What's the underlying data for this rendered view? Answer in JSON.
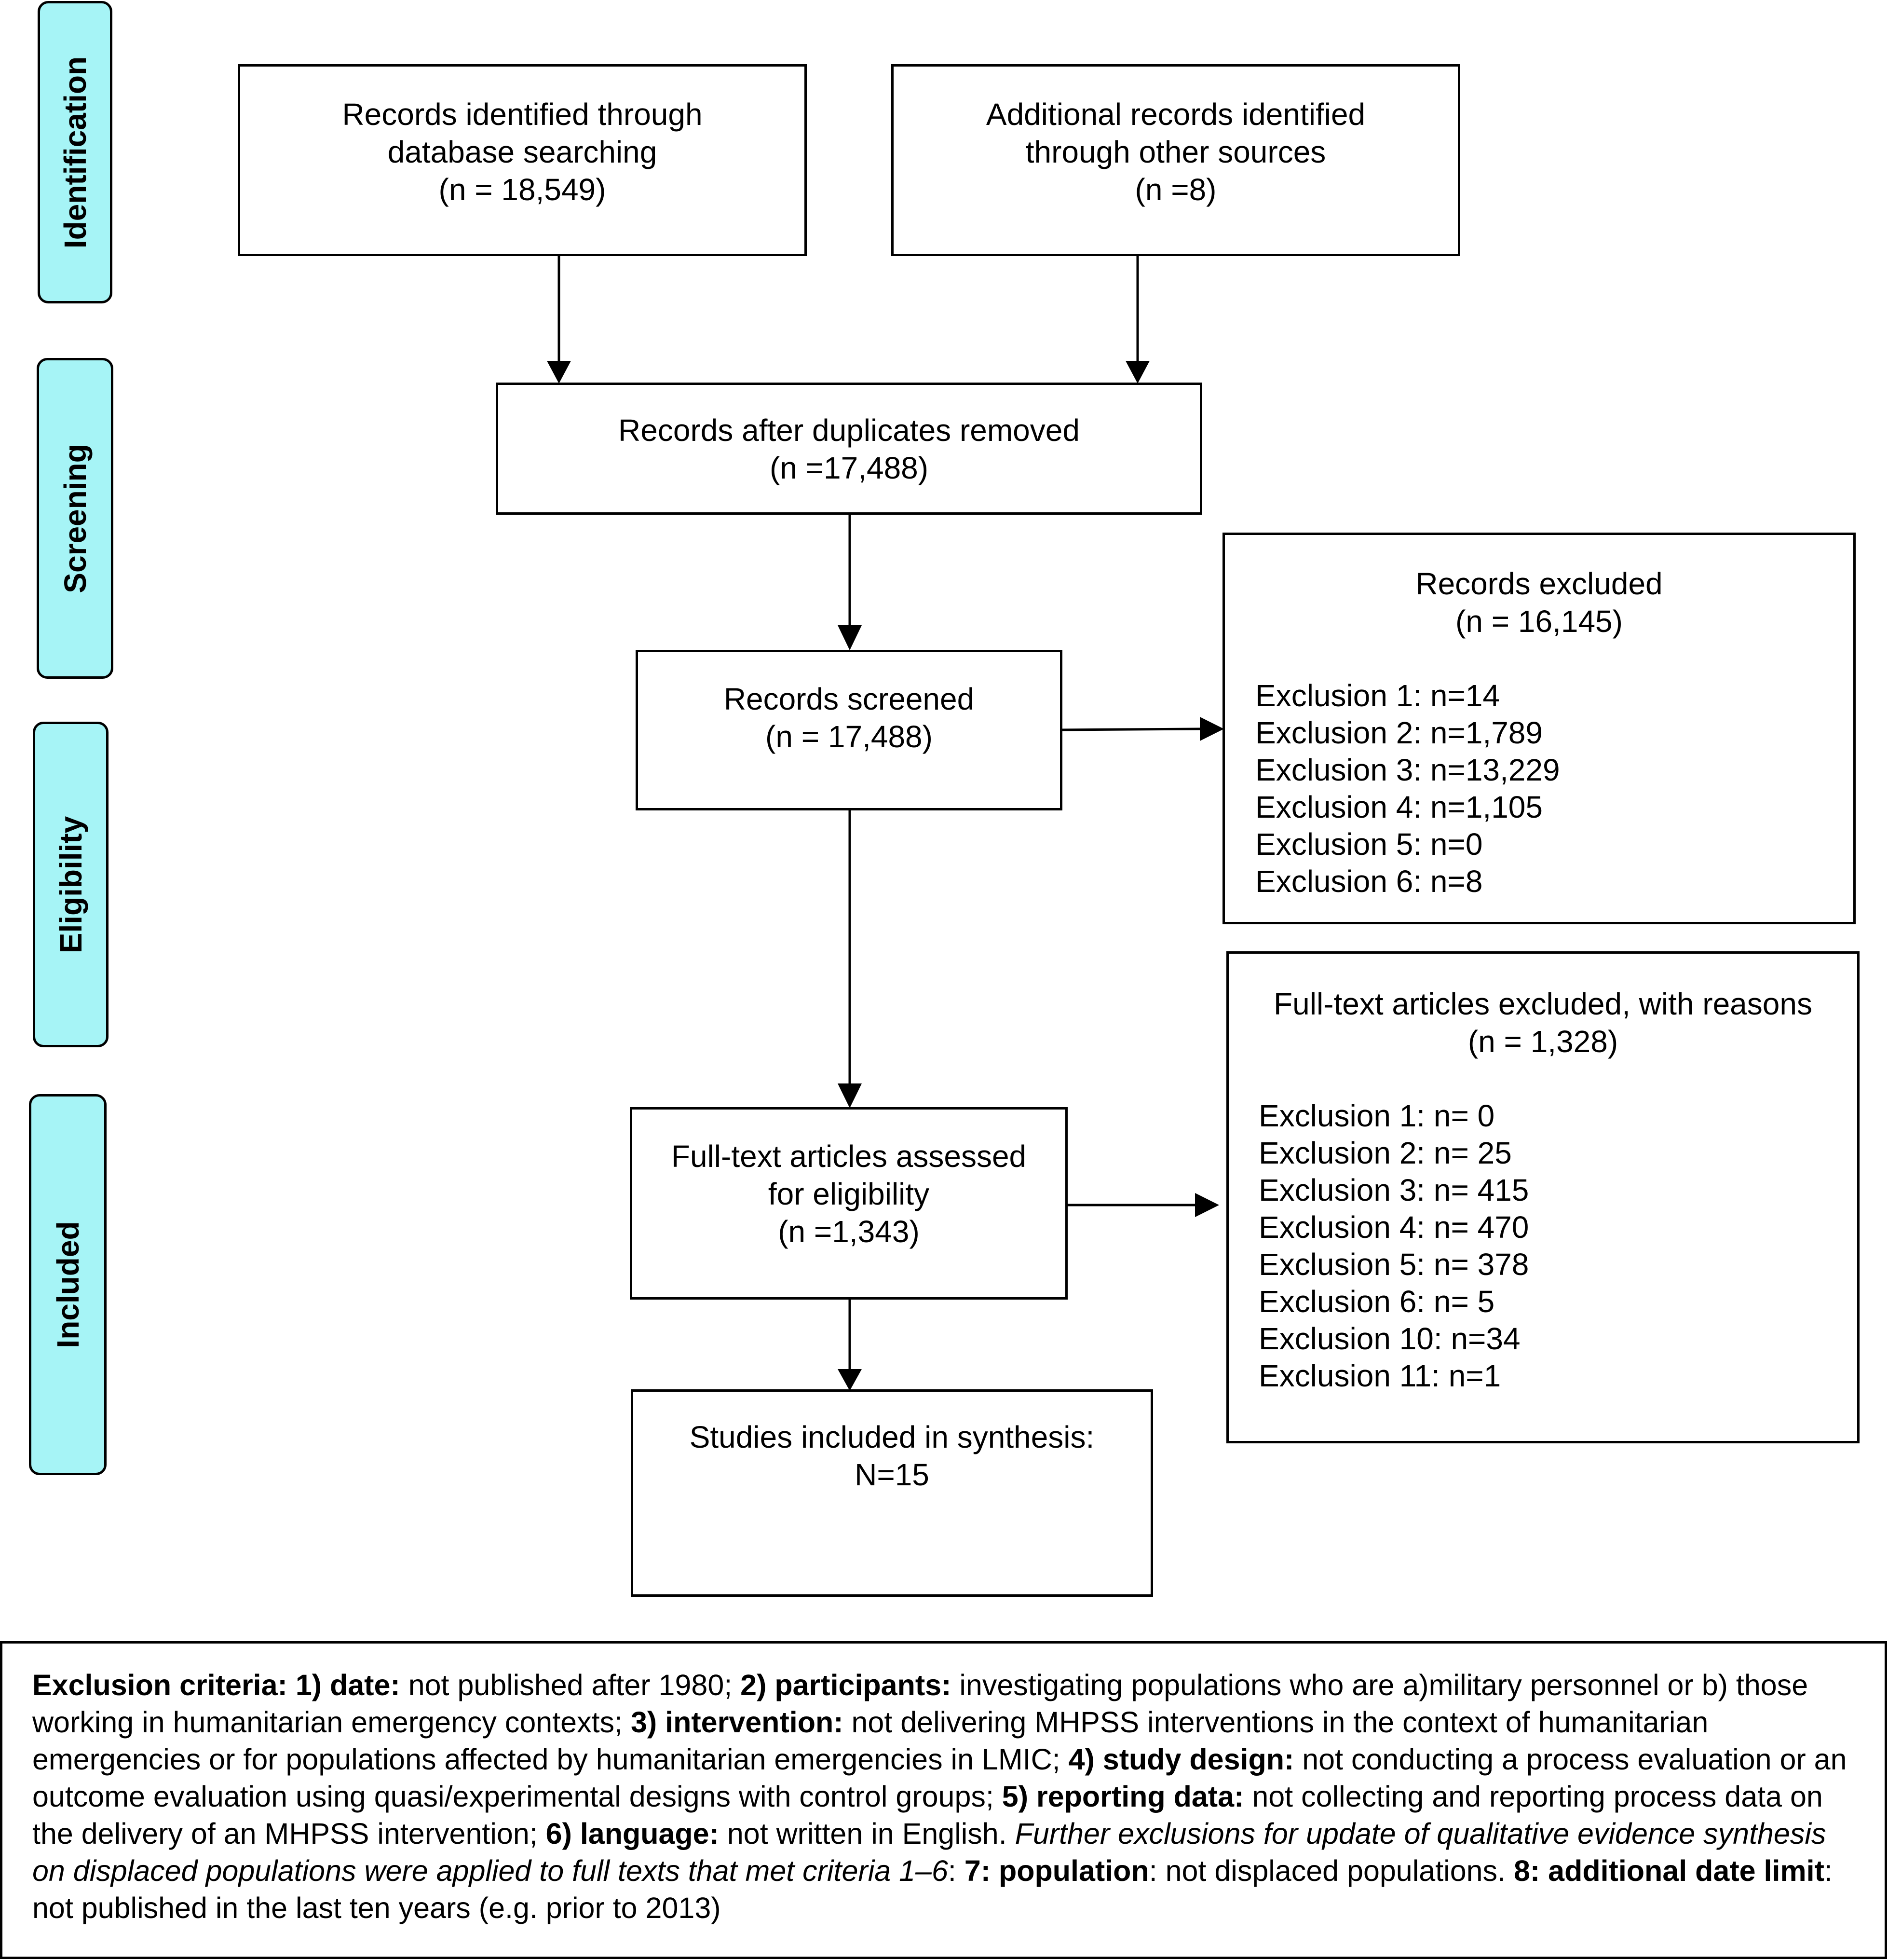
{
  "stages": {
    "identification": "Identification",
    "screening": "Screening",
    "eligibility": "Eligibility",
    "included": "Included"
  },
  "boxes": {
    "database_search": {
      "line1": "Records identified through",
      "line2": "database searching",
      "line3": "(n = 18,549)"
    },
    "other_sources": {
      "line1": "Additional records identified",
      "line2": "through other sources",
      "line3": "(n =8)"
    },
    "duplicates_removed": {
      "line1": "Records after duplicates removed",
      "line2": "(n =17,488)"
    },
    "screened": {
      "line1": "Records screened",
      "line2": "(n = 17,488)"
    },
    "records_excluded": {
      "title": "Records excluded",
      "count": "(n = 16,145)",
      "items": [
        "Exclusion 1: n=14",
        "Exclusion 2: n=1,789",
        "Exclusion 3: n=13,229",
        "Exclusion 4: n=1,105",
        "Exclusion 5: n=0",
        "Exclusion 6: n=8"
      ]
    },
    "fulltext_assessed": {
      "line1": "Full-text articles assessed",
      "line2": "for eligibility",
      "line3": "(n =1,343)"
    },
    "fulltext_excluded": {
      "title": "Full-text articles excluded, with reasons",
      "count": "(n = 1,328)",
      "items": [
        "Exclusion 1: n= 0",
        "Exclusion 2: n= 25",
        "Exclusion 3: n= 415",
        "Exclusion 4: n= 470",
        "Exclusion 5: n= 378",
        "Exclusion 6: n= 5",
        "Exclusion 10: n=34",
        "Exclusion 11: n=1"
      ]
    },
    "included": {
      "line1": "Studies included in synthesis:",
      "line2": "N=15"
    }
  },
  "legend": {
    "k1": "Exclusion criteria: 1) date:",
    "t1": " not published after 1980; ",
    "k2": "2) participants:",
    "t2": " investigating populations who are a)military personnel or b) those working in humanitarian emergency contexts; ",
    "k3": "3) intervention:",
    "t3": " not delivering MHPSS interventions in the context of humanitarian emergencies or for populations affected by humanitarian emergencies in LMIC; ",
    "k4": "4) study design:",
    "t4": " not conducting a process evaluation or an outcome evaluation using quasi/experimental designs with control groups; ",
    "k5": "5) reporting data:",
    "t5": " not collecting and reporting process data on the delivery of an MHPSS intervention; ",
    "k6": "6) language:",
    "t6": " not written in English. ",
    "italic": "Further exclusions for update of qualitative evidence synthesis on displaced populations were applied to full texts that met criteria 1–6",
    "t7a": ": ",
    "k7": "7: population",
    "t7": ": not displaced populations. ",
    "k8": "8: additional date limit",
    "t8": ": not published in the last ten years (e.g. prior to 2013)"
  }
}
